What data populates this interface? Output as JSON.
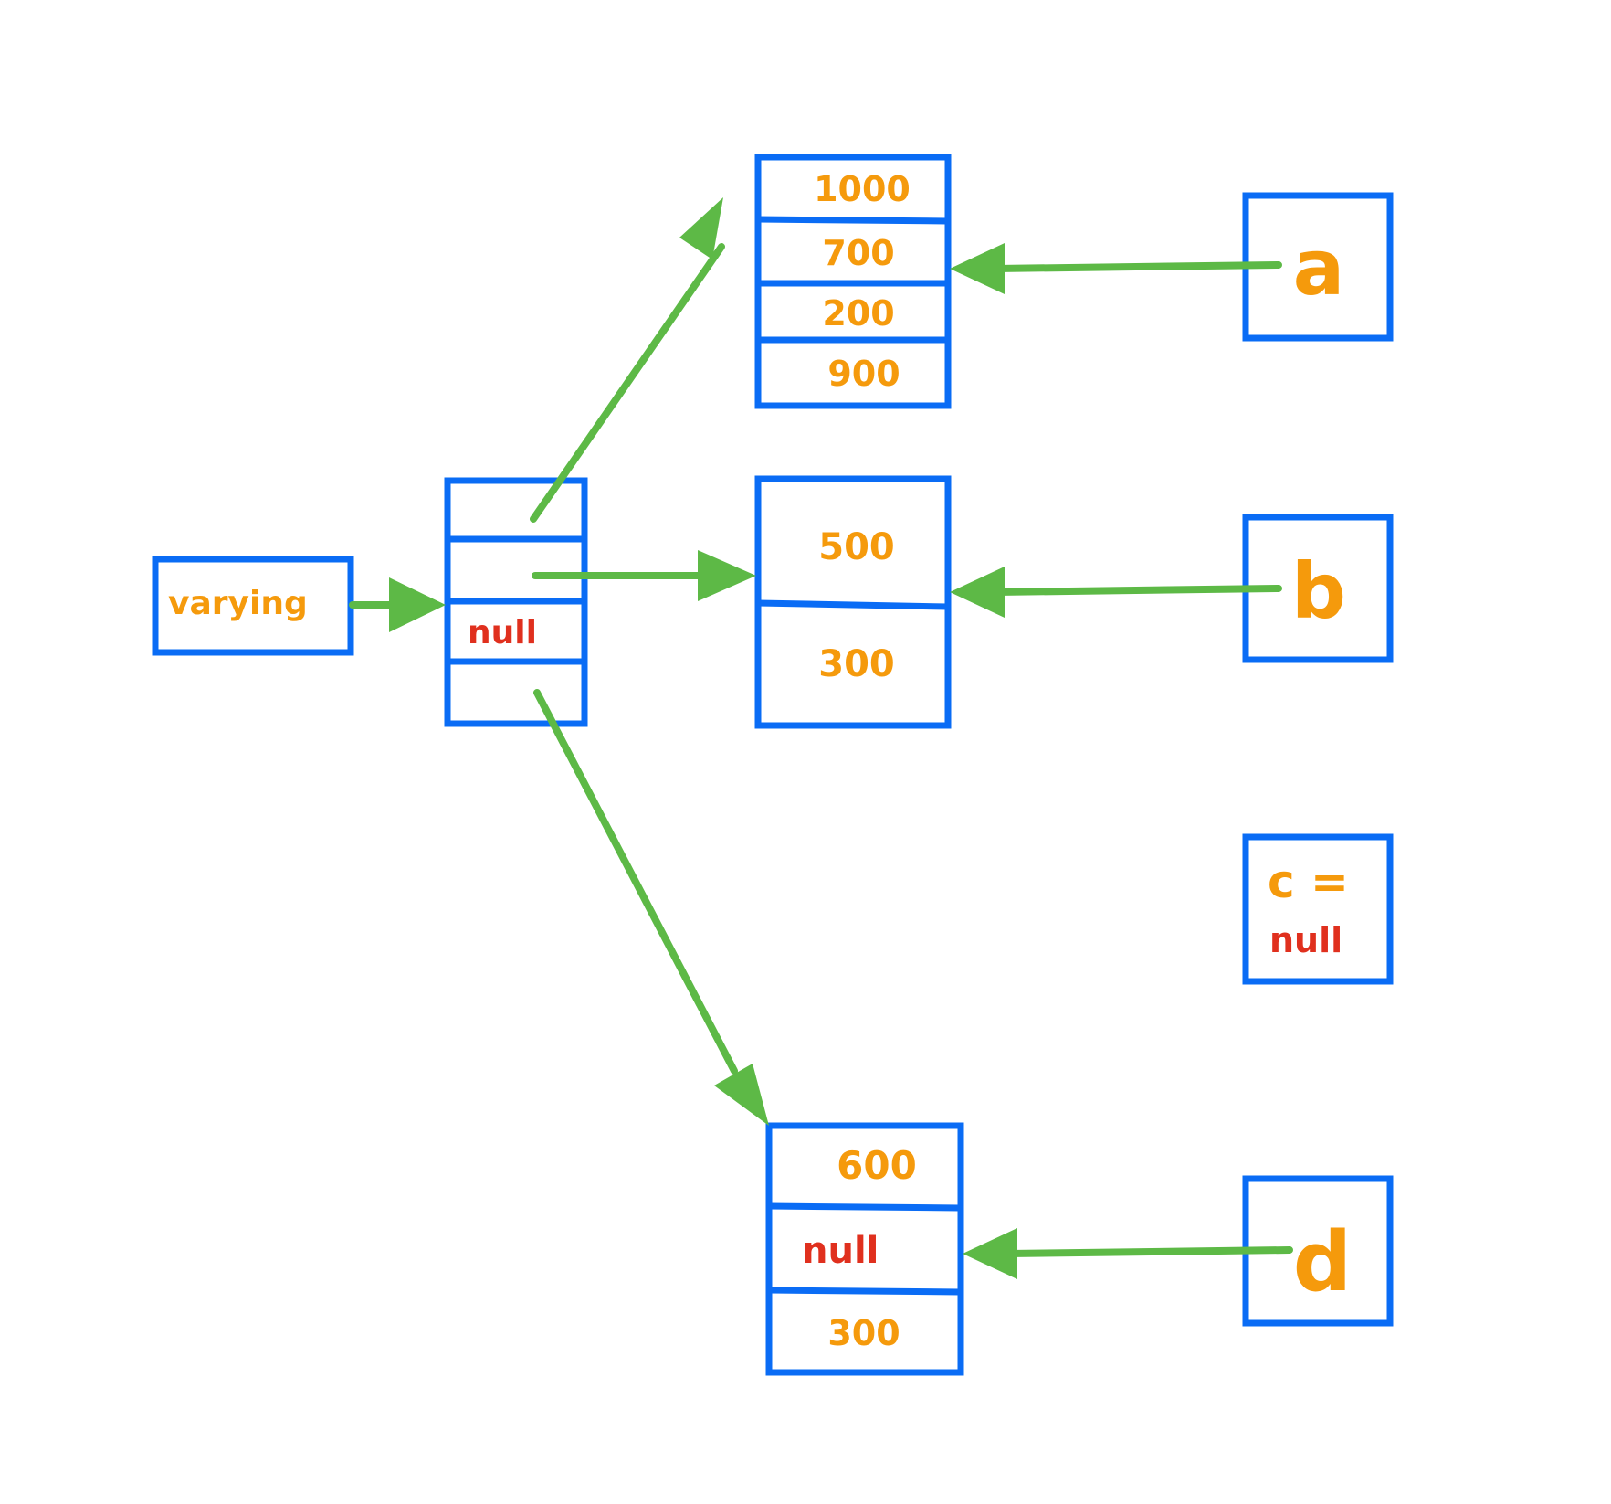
{
  "colors": {
    "box_stroke": "#0a6cf5",
    "arrow": "#5db946",
    "value_text": "#f59a0c",
    "null_text": "#e0301e",
    "background": "#ffffff"
  },
  "varying_box": {
    "label": "varying"
  },
  "outer_array": {
    "cells": [
      "",
      "",
      "null",
      ""
    ]
  },
  "array_top": {
    "cells": [
      "1000",
      "700",
      "200",
      "900"
    ]
  },
  "array_middle": {
    "cells": [
      "500",
      "300"
    ]
  },
  "array_bottom": {
    "cells": [
      "600",
      "null",
      "300"
    ]
  },
  "variables": {
    "a": {
      "label": "a"
    },
    "b": {
      "label": "b"
    },
    "c": {
      "label": "c =",
      "value": "null"
    },
    "d": {
      "label": "d"
    }
  }
}
